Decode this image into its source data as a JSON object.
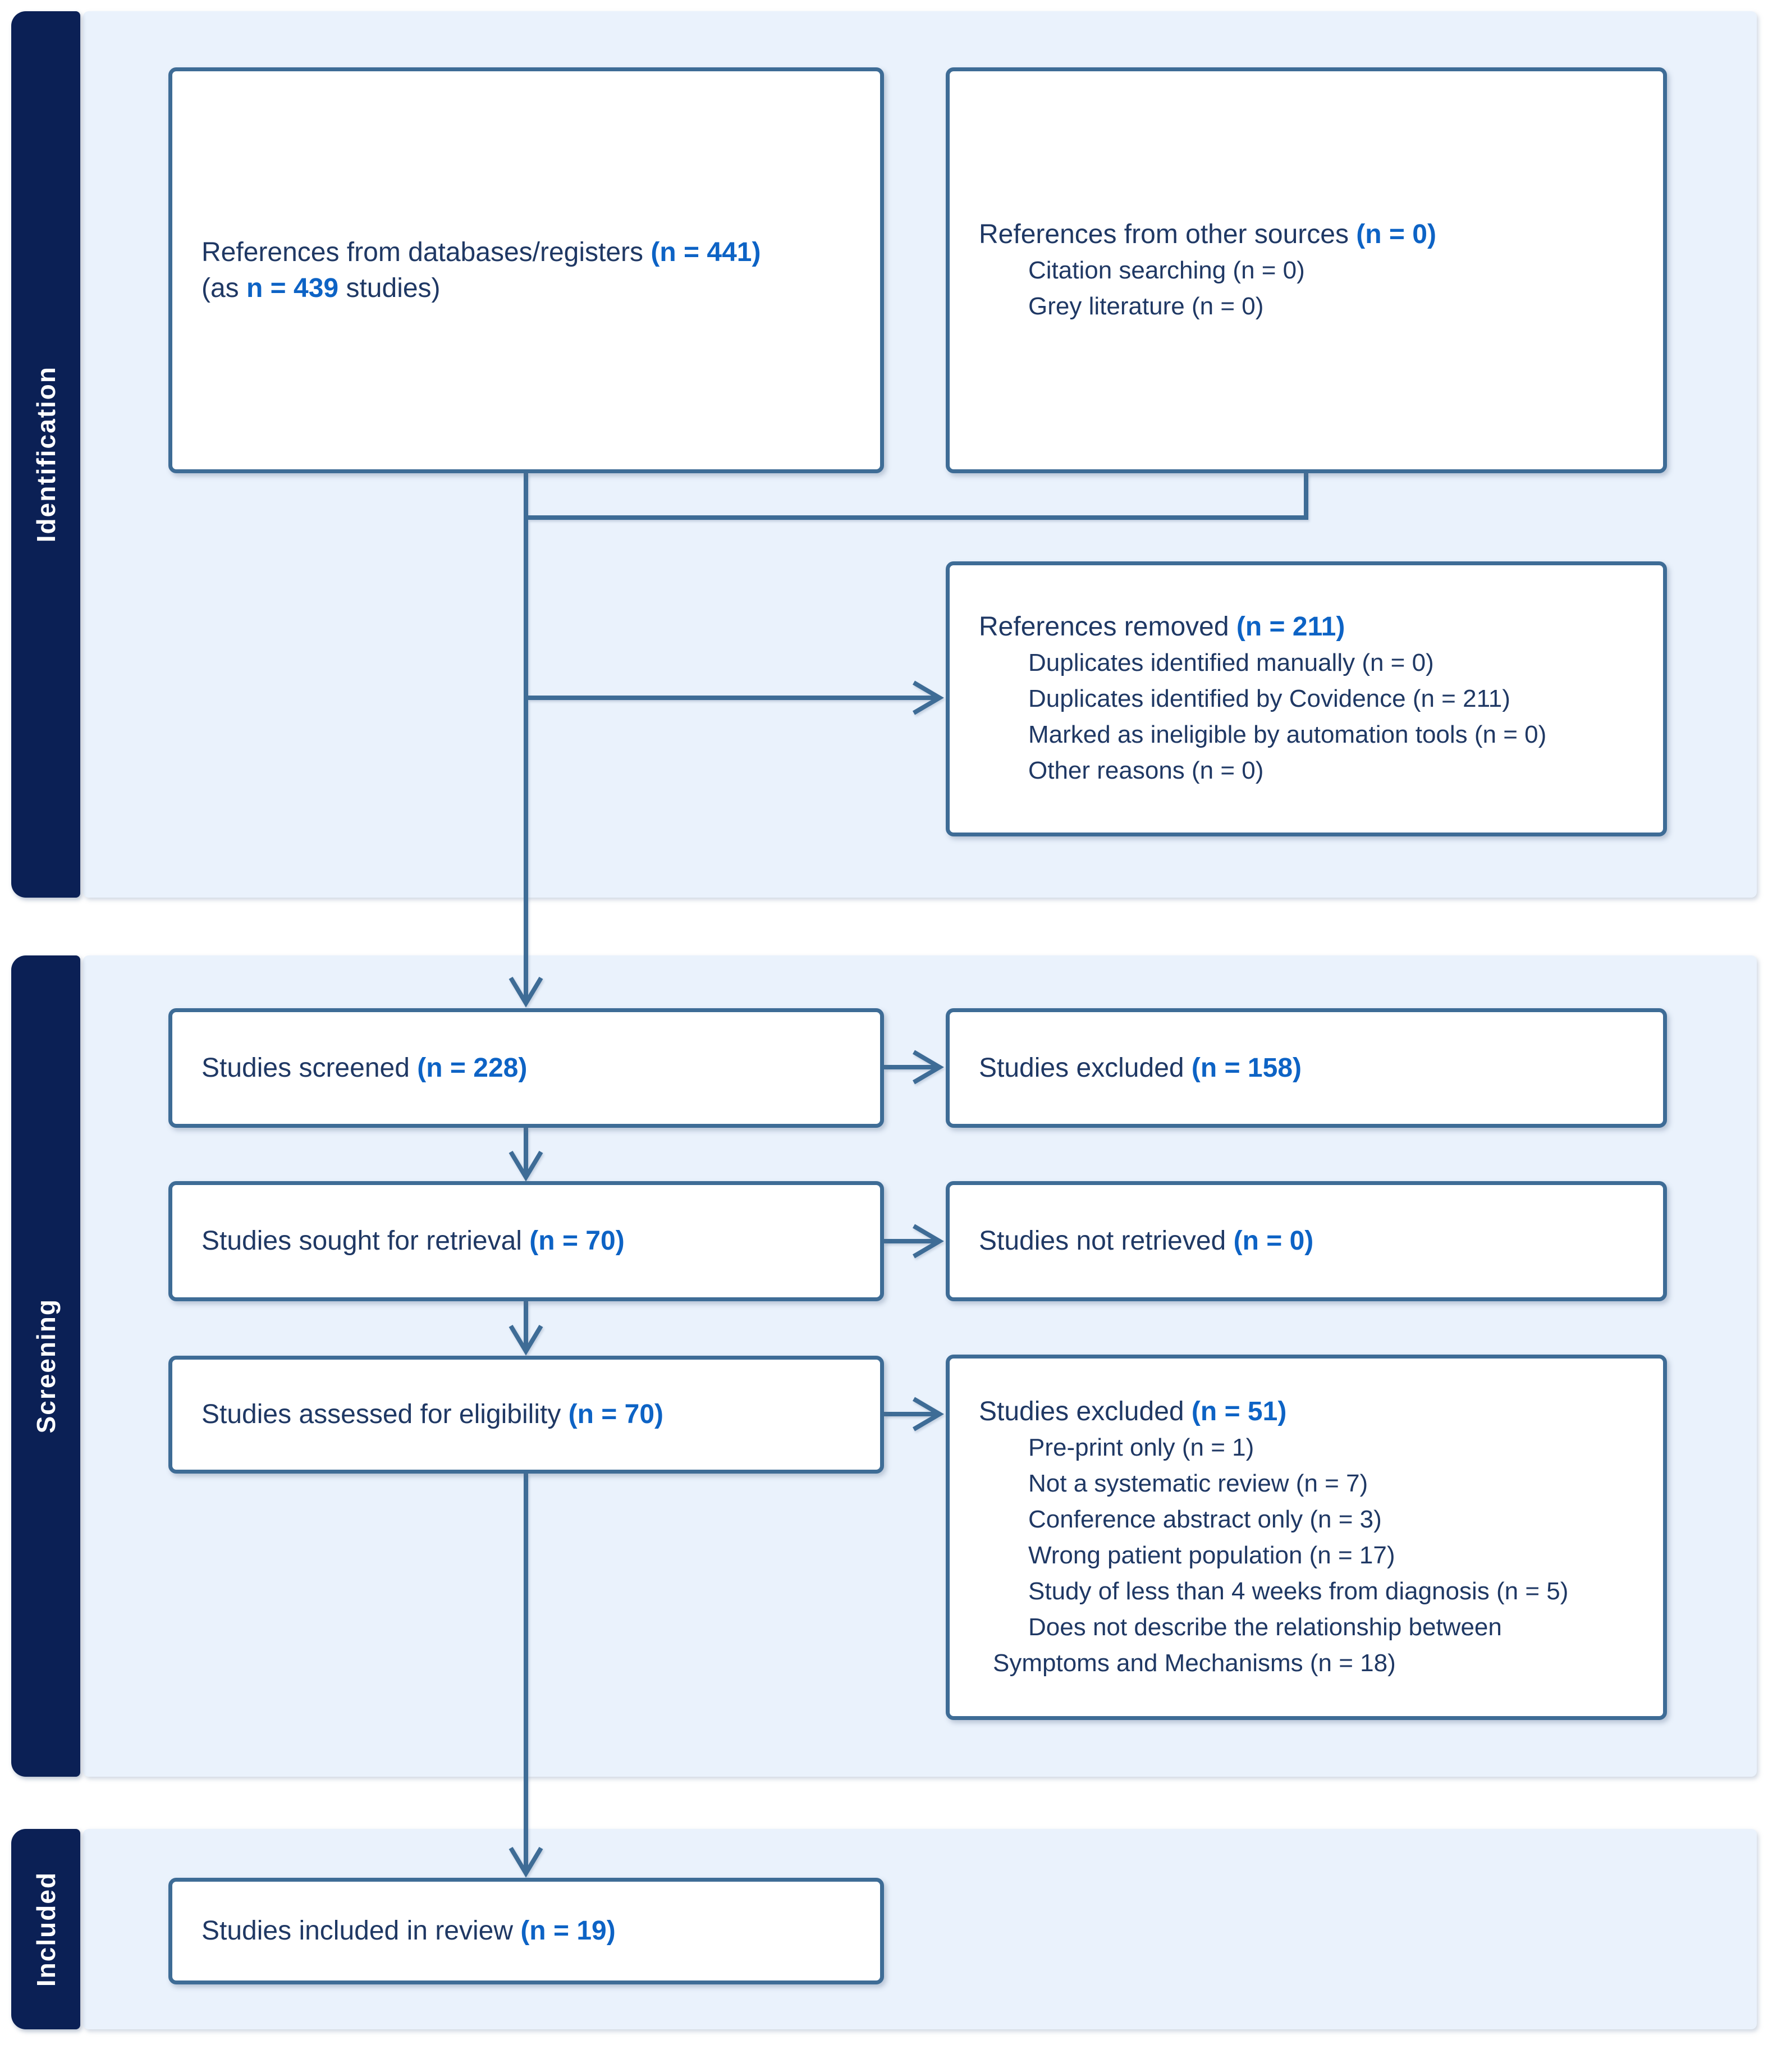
{
  "sidebar": {
    "items": [
      {
        "label": "Identification"
      },
      {
        "label": "Screening"
      },
      {
        "label": "Included"
      }
    ]
  },
  "colors": {
    "sidebar_navy": "#0b2055",
    "section_band": "#eaf2fc",
    "border_and_arrows": "#3e6c96",
    "text_dark": "#1f3864",
    "count_blue": "#0d63c5",
    "box_background": "#ffffff"
  },
  "boxes": {
    "refs_db": {
      "lines": [
        {
          "indent": 0,
          "segs": [
            {
              "text": "References from databases/registers "
            },
            {
              "text": "(n = 441)",
              "em": true
            }
          ]
        },
        {
          "indent": 0,
          "segs": [
            {
              "text": "(as "
            },
            {
              "text": "n = 439",
              "em": true
            },
            {
              "text": " studies)"
            }
          ]
        }
      ]
    },
    "refs_other": {
      "lines": [
        {
          "indent": 0,
          "segs": [
            {
              "text": "References from other sources "
            },
            {
              "text": "(n = 0)",
              "em": true
            }
          ]
        },
        {
          "indent": 1,
          "segs": [
            {
              "text": "Citation searching (n = 0)"
            }
          ]
        },
        {
          "indent": 1,
          "segs": [
            {
              "text": "Grey literature (n = 0)"
            }
          ]
        }
      ]
    },
    "refs_removed": {
      "lines": [
        {
          "indent": 0,
          "segs": [
            {
              "text": "References removed "
            },
            {
              "text": "(n = 211)",
              "em": true
            }
          ]
        },
        {
          "indent": 1,
          "segs": [
            {
              "text": "Duplicates identified manually (n = 0)"
            }
          ]
        },
        {
          "indent": 1,
          "segs": [
            {
              "text": "Duplicates identified by Covidence (n = 211)"
            }
          ]
        },
        {
          "indent": 1,
          "segs": [
            {
              "text": "Marked as ineligible by automation tools (n = 0)"
            }
          ]
        },
        {
          "indent": 1,
          "segs": [
            {
              "text": "Other reasons (n = 0)"
            }
          ]
        }
      ]
    },
    "screened": {
      "lines": [
        {
          "indent": 0,
          "segs": [
            {
              "text": "Studies screened "
            },
            {
              "text": "(n = 228)",
              "em": true
            }
          ]
        }
      ]
    },
    "excluded_screening": {
      "lines": [
        {
          "indent": 0,
          "segs": [
            {
              "text": "Studies excluded "
            },
            {
              "text": "(n = 158)",
              "em": true
            }
          ]
        }
      ]
    },
    "sought": {
      "lines": [
        {
          "indent": 0,
          "segs": [
            {
              "text": "Studies sought for retrieval "
            },
            {
              "text": "(n = 70)",
              "em": true
            }
          ]
        }
      ]
    },
    "not_retrieved": {
      "lines": [
        {
          "indent": 0,
          "segs": [
            {
              "text": "Studies not retrieved "
            },
            {
              "text": "(n = 0)",
              "em": true
            }
          ]
        }
      ]
    },
    "assessed": {
      "lines": [
        {
          "indent": 0,
          "segs": [
            {
              "text": "Studies assessed for eligibility "
            },
            {
              "text": "(n = 70)",
              "em": true
            }
          ]
        }
      ]
    },
    "excluded_eligibility": {
      "lines": [
        {
          "indent": 0,
          "segs": [
            {
              "text": "Studies excluded "
            },
            {
              "text": "(n = 51)",
              "em": true
            }
          ]
        },
        {
          "indent": 1,
          "segs": [
            {
              "text": "Pre-print only (n = 1)"
            }
          ]
        },
        {
          "indent": 1,
          "segs": [
            {
              "text": "Not a systematic review (n = 7)"
            }
          ]
        },
        {
          "indent": 1,
          "segs": [
            {
              "text": "Conference abstract only (n = 3)"
            }
          ]
        },
        {
          "indent": 1,
          "segs": [
            {
              "text": "Wrong patient population (n = 17)"
            }
          ]
        },
        {
          "indent": 1,
          "segs": [
            {
              "text": "Study of less than 4 weeks from diagnosis (n = 5)"
            }
          ]
        },
        {
          "indent": 1,
          "segs": [
            {
              "text": "Does not describe the relationship between"
            }
          ]
        },
        {
          "indent": "hang",
          "segs": [
            {
              "text": "Symptoms and Mechanisms (n = 18)"
            }
          ]
        }
      ]
    },
    "included_review": {
      "lines": [
        {
          "indent": 0,
          "segs": [
            {
              "text": "Studies included in review "
            },
            {
              "text": "(n = 19)",
              "em": true
            }
          ]
        }
      ]
    }
  }
}
